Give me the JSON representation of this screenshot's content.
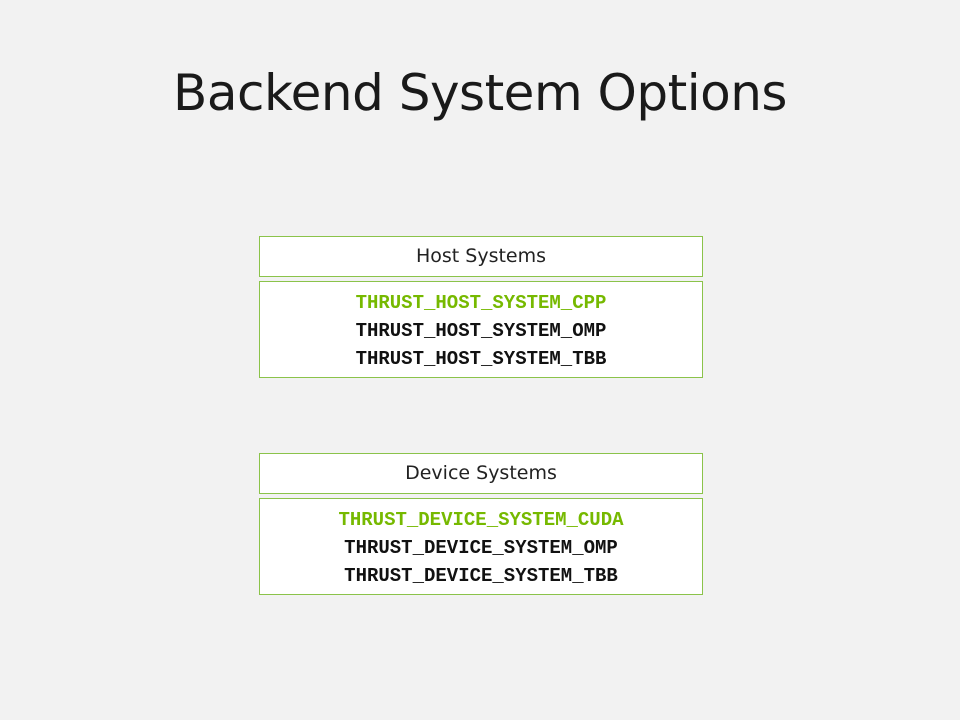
{
  "title": "Backend System Options",
  "colors": {
    "accent": "#76b900",
    "border": "#8bc34a",
    "text": "#111111",
    "background": "#f2f2f2"
  },
  "host": {
    "header": "Host Systems",
    "options": [
      "THRUST_HOST_SYSTEM_CPP",
      "THRUST_HOST_SYSTEM_OMP",
      "THRUST_HOST_SYSTEM_TBB"
    ]
  },
  "device": {
    "header": "Device Systems",
    "options": [
      "THRUST_DEVICE_SYSTEM_CUDA",
      "THRUST_DEVICE_SYSTEM_OMP",
      "THRUST_DEVICE_SYSTEM_TBB"
    ]
  }
}
